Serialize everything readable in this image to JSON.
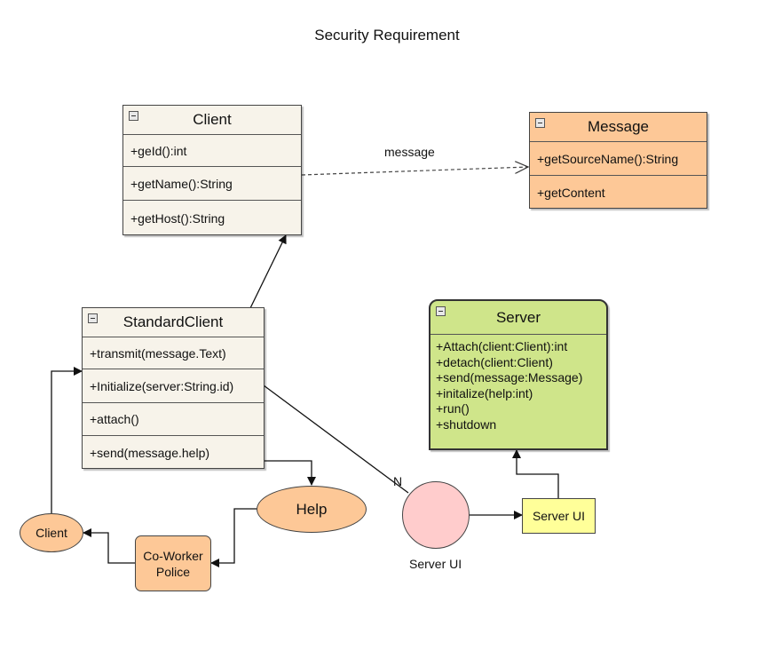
{
  "title": "Security Requirement",
  "classes": {
    "client": {
      "name": "Client",
      "ops": [
        "+geId():int",
        "+getName():String",
        "+getHost():String"
      ]
    },
    "message": {
      "name": "Message",
      "ops": [
        "+getSourceName():String",
        "+getContent"
      ]
    },
    "standard_client": {
      "name": "StandardClient",
      "ops": [
        "+transmit(message.Text)",
        "+Initialize(server:String.id)",
        "+attach()",
        "+send(message.help)"
      ]
    },
    "server": {
      "name": "Server",
      "ops": [
        "+Attach(client:Client):int",
        "+detach(client:Client)",
        "+send(message:Message)",
        "+initalize(help:int)",
        "+run()",
        "+shutdown"
      ]
    }
  },
  "labels": {
    "message": "message",
    "multiplicity_n": "N",
    "server_ui_circle": "Server UI"
  },
  "nodes": {
    "help": "Help",
    "client": "Client",
    "coworker": "Co-Worker\nPolice",
    "server_ui_box": "Server UI"
  },
  "colors": {
    "beige": "#f7f3ea",
    "orange": "#fdc897",
    "green": "#cfe58a",
    "pink": "#ffcccc",
    "yellow": "#ffff99"
  }
}
